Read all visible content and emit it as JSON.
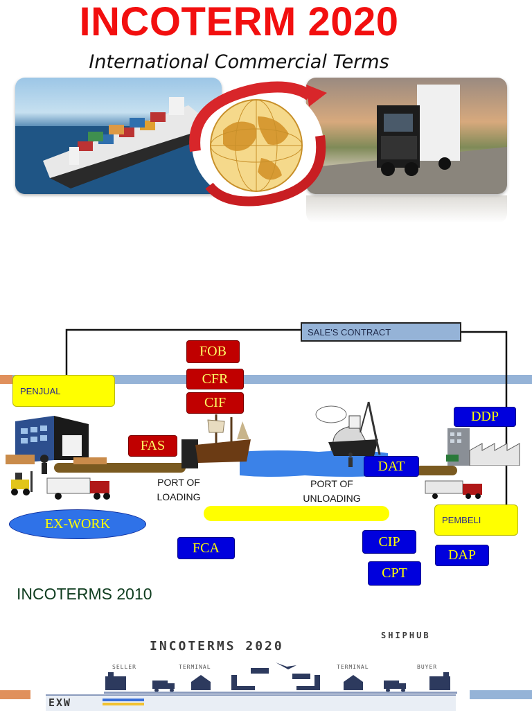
{
  "header": {
    "title": "INCOTERM 2020",
    "subtitle": "International Commercial Terms"
  },
  "diagram": {
    "sale_contract": "SALE'S CONTRACT",
    "penjual": "PENJUAL",
    "pembeli": "PEMBELI",
    "terms_red": [
      "FOB",
      "CFR",
      "CIF",
      "FAS"
    ],
    "terms_blue": [
      "DDP",
      "DAT",
      "FCA",
      "CIP",
      "CPT",
      "DAP"
    ],
    "ex_work": "EX-WORK",
    "port_loading": [
      "PORT OF",
      "LOADING"
    ],
    "port_unloading": [
      "PORT OF",
      "UNLOADING"
    ],
    "caption": "INCOTERMS 2010"
  },
  "bottom_graphic": {
    "title": "INCOTERMS 2020",
    "brand": "SHIPHUB",
    "roles": [
      "SELLER",
      "TERMINAL",
      "TERMINAL",
      "BUYER"
    ],
    "first_row": "EXW"
  },
  "colors": {
    "title_red": "#f20f0f",
    "term_red": "#c00000",
    "term_blue": "#0000dd",
    "highlight_yellow": "#ffff00",
    "band_blue": "#95b3d7"
  }
}
